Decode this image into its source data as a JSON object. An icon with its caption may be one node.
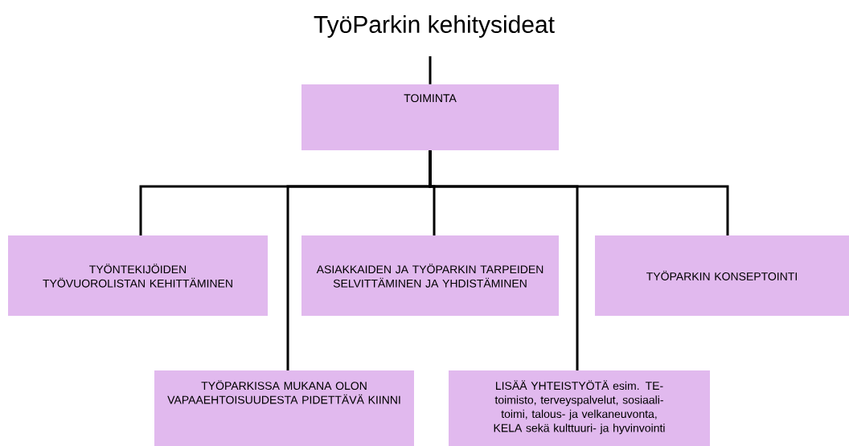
{
  "diagram": {
    "title": "TyöParkin kehitysideat",
    "nodes": [
      {
        "text": [
          "TOIMINTA"
        ]
      },
      {
        "text": [
          "TYÖNTEKIJÖIDEN TYÖVUOROLISTAN KEHITTÄMINEN"
        ]
      },
      {
        "text": [
          "ASIAKKAIDEN JA TYÖPARKIN TARPEIDEN SELVITTÄMINEN JA YHDISTÄMINEN"
        ]
      },
      {
        "text": [
          "TYÖPARKIN KONSEPTOINTI"
        ]
      },
      {
        "text": [
          "TYÖPARKISSA MUKANA OLON VAPAAEHTOISUUDESTA PIDETTÄVÄ KIINNI"
        ]
      },
      {
        "text": [
          "LISÄÄ YHTEISTYÖTÄ esim. TE-toimisto, terveyspalvelut, sosiaali-toimi, talous- ja velkaneuvonta, KELA sekä kulttuuri- ja hyvinvointi"
        ]
      }
    ],
    "edges": [
      {
        "from": null,
        "to": 0,
        "arrow": "none"
      },
      {
        "from": 0,
        "to": 1,
        "arrow": "none"
      },
      {
        "from": 0,
        "to": 4,
        "arrow": "none"
      },
      {
        "from": 0,
        "to": 2,
        "arrow": "none"
      },
      {
        "from": 0,
        "to": 5,
        "arrow": "none"
      },
      {
        "from": 0,
        "to": 3,
        "arrow": "none"
      }
    ]
  }
}
